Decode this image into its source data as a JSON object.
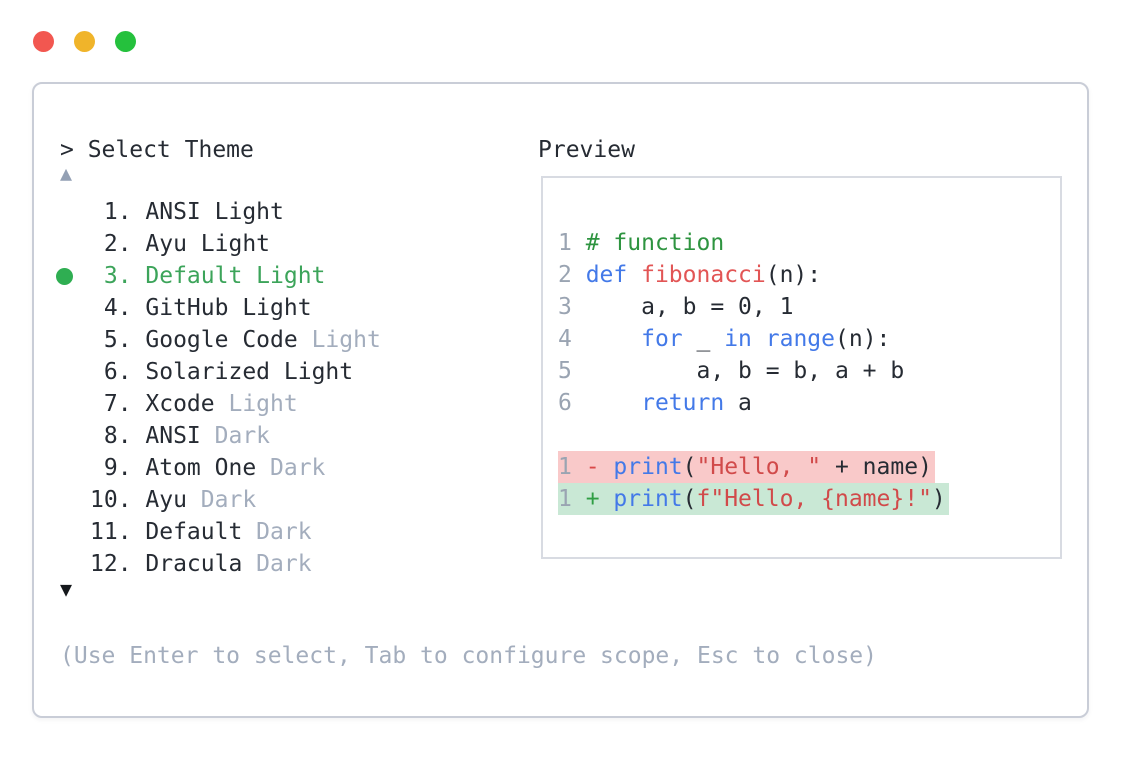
{
  "window": {
    "dots": [
      {
        "name": "close",
        "color": "#f25750"
      },
      {
        "name": "minimize",
        "color": "#f0b42a"
      },
      {
        "name": "maximize",
        "color": "#25c13d"
      }
    ]
  },
  "theme_picker": {
    "title": "> Select Theme",
    "scroll_up_glyph": "▲",
    "scroll_down_glyph": "▼",
    "selected_color": "#3ca45a",
    "muted_color": "#a3adbd",
    "items": [
      {
        "number": " 1",
        "name": "ANSI",
        "variant": "Light",
        "variant_muted": false,
        "selected": false
      },
      {
        "number": " 2",
        "name": "Ayu",
        "variant": "Light",
        "variant_muted": false,
        "selected": false
      },
      {
        "number": " 3",
        "name": "Default",
        "variant": "Light",
        "variant_muted": false,
        "selected": true
      },
      {
        "number": " 4",
        "name": "GitHub",
        "variant": "Light",
        "variant_muted": false,
        "selected": false
      },
      {
        "number": " 5",
        "name": "Google Code",
        "variant": "Light",
        "variant_muted": true,
        "selected": false
      },
      {
        "number": " 6",
        "name": "Solarized",
        "variant": "Light",
        "variant_muted": false,
        "selected": false
      },
      {
        "number": " 7",
        "name": "Xcode",
        "variant": "Light",
        "variant_muted": true,
        "selected": false
      },
      {
        "number": " 8",
        "name": "ANSI",
        "variant": "Dark",
        "variant_muted": true,
        "selected": false
      },
      {
        "number": " 9",
        "name": "Atom One",
        "variant": "Dark",
        "variant_muted": true,
        "selected": false
      },
      {
        "number": "10",
        "name": "Ayu",
        "variant": "Dark",
        "variant_muted": true,
        "selected": false
      },
      {
        "number": "11",
        "name": "Default",
        "variant": "Dark",
        "variant_muted": true,
        "selected": false
      },
      {
        "number": "12",
        "name": "Dracula",
        "variant": "Dark",
        "variant_muted": true,
        "selected": false
      }
    ],
    "hint": "(Use Enter to select, Tab to configure scope, Esc to close)"
  },
  "preview": {
    "title": "Preview",
    "code_lines": [
      {
        "tokens": [
          {
            "t": "1 ",
            "c": "linenum"
          },
          {
            "t": "# function",
            "c": "comment"
          }
        ]
      },
      {
        "tokens": [
          {
            "t": "2 ",
            "c": "linenum"
          },
          {
            "t": "def",
            "c": "keyword"
          },
          {
            "t": " ",
            "c": "plain"
          },
          {
            "t": "fibonacci",
            "c": "funcname"
          },
          {
            "t": "(n):",
            "c": "plain"
          }
        ]
      },
      {
        "tokens": [
          {
            "t": "3 ",
            "c": "linenum"
          },
          {
            "t": "    a, b = 0, 1",
            "c": "plain"
          }
        ]
      },
      {
        "tokens": [
          {
            "t": "4 ",
            "c": "linenum"
          },
          {
            "t": "    ",
            "c": "plain"
          },
          {
            "t": "for",
            "c": "keyword"
          },
          {
            "t": " _ ",
            "c": "plain"
          },
          {
            "t": "in",
            "c": "keyword"
          },
          {
            "t": " ",
            "c": "plain"
          },
          {
            "t": "range",
            "c": "keyword"
          },
          {
            "t": "(n):",
            "c": "plain"
          }
        ]
      },
      {
        "tokens": [
          {
            "t": "5 ",
            "c": "linenum"
          },
          {
            "t": "        a, b = b, a + b",
            "c": "plain"
          }
        ]
      },
      {
        "tokens": [
          {
            "t": "6 ",
            "c": "linenum"
          },
          {
            "t": "    ",
            "c": "plain"
          },
          {
            "t": "return",
            "c": "keyword"
          },
          {
            "t": " a",
            "c": "plain"
          }
        ]
      },
      {
        "tokens": []
      },
      {
        "diff": "removed",
        "tokens": [
          {
            "t": "1 ",
            "c": "linenum"
          },
          {
            "t": "- ",
            "c": "removed-sign"
          },
          {
            "t": "print",
            "c": "keyword"
          },
          {
            "t": "(",
            "c": "plain"
          },
          {
            "t": "\"Hello, \"",
            "c": "string"
          },
          {
            "t": " + name)",
            "c": "plain"
          }
        ]
      },
      {
        "diff": "added",
        "tokens": [
          {
            "t": "1 ",
            "c": "linenum"
          },
          {
            "t": "+ ",
            "c": "added-sign"
          },
          {
            "t": "print",
            "c": "keyword"
          },
          {
            "t": "(",
            "c": "plain"
          },
          {
            "t": "f\"Hello, {name}!\"",
            "c": "string"
          },
          {
            "t": ")",
            "c": "plain"
          }
        ]
      }
    ],
    "diff_colors": {
      "removed_bg": "#f9c9c9",
      "added_bg": "#c9e8d5"
    }
  }
}
